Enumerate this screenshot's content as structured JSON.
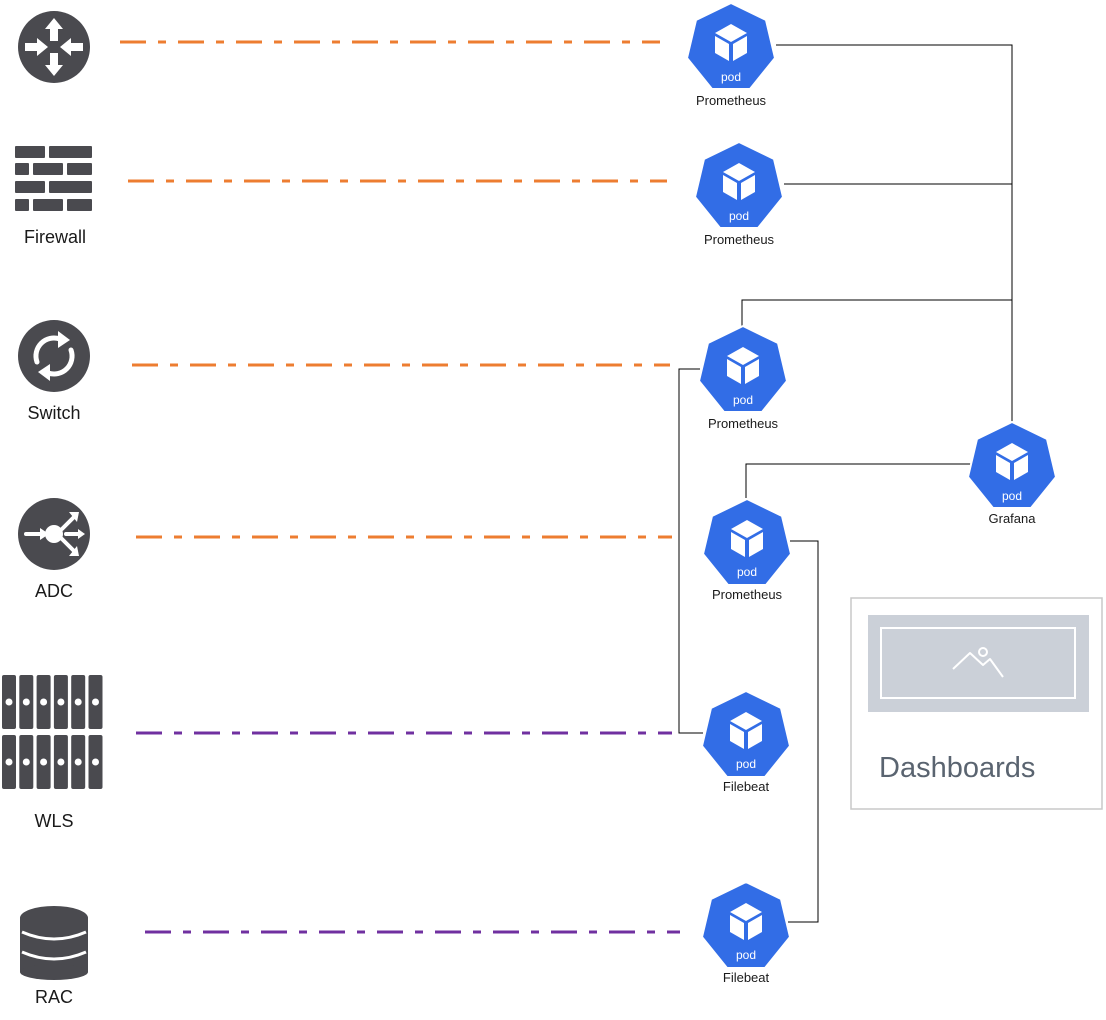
{
  "colors": {
    "device_icon": "#4a4a4f",
    "pod_blue": "#326de6",
    "network_link": "#ed7d31",
    "app_link": "#7030a0",
    "connector": "#000000",
    "panel_border": "#c8c8c8",
    "panel_image_bg": "#cbd0d8"
  },
  "devices": [
    {
      "id": "router",
      "icon": "router-icon",
      "label": ""
    },
    {
      "id": "firewall",
      "icon": "firewall-icon",
      "label": "Firewall"
    },
    {
      "id": "switch",
      "icon": "switch-icon",
      "label": "Switch"
    },
    {
      "id": "adc",
      "icon": "adc-icon",
      "label": "ADC"
    },
    {
      "id": "wls",
      "icon": "server-rack-icon",
      "label": "WLS"
    },
    {
      "id": "rac",
      "icon": "database-icon",
      "label": "RAC"
    }
  ],
  "pods": [
    {
      "id": "prom1",
      "badge": "pod",
      "label": "Prometheus"
    },
    {
      "id": "prom2",
      "badge": "pod",
      "label": "Prometheus"
    },
    {
      "id": "prom3",
      "badge": "pod",
      "label": "Prometheus"
    },
    {
      "id": "prom4",
      "badge": "pod",
      "label": "Prometheus"
    },
    {
      "id": "filebeat1",
      "badge": "pod",
      "label": "Filebeat"
    },
    {
      "id": "filebeat2",
      "badge": "pod",
      "label": "Filebeat"
    },
    {
      "id": "grafana",
      "badge": "pod",
      "label": "Grafana"
    }
  ],
  "links": [
    {
      "from": "router",
      "to": "prom1",
      "kind": "network"
    },
    {
      "from": "firewall",
      "to": "prom2",
      "kind": "network"
    },
    {
      "from": "switch",
      "to": "prom3",
      "kind": "network"
    },
    {
      "from": "adc",
      "to": "prom4",
      "kind": "network"
    },
    {
      "from": "wls",
      "to": "filebeat1",
      "kind": "app"
    },
    {
      "from": "rac",
      "to": "filebeat2",
      "kind": "app"
    }
  ],
  "dashboard_panel": {
    "icon": "image-placeholder-icon",
    "title": "Dashboards"
  }
}
